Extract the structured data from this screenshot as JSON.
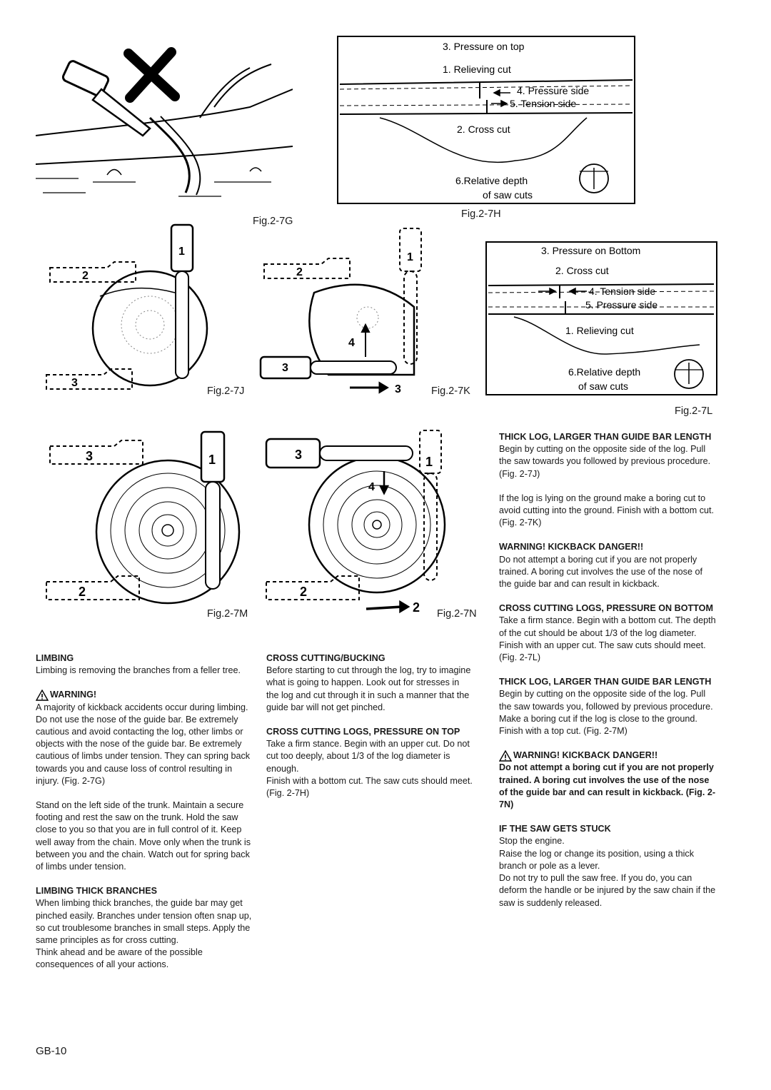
{
  "figures": {
    "g": {
      "label": "Fig.2-7G"
    },
    "h": {
      "label": "Fig.2-7H",
      "items": [
        "3. Pressure on top",
        "1. Relieving cut",
        "4. Pressure side",
        "5. Tension side",
        "2. Cross cut",
        "6.Relative depth",
        "of saw cuts"
      ]
    },
    "j": {
      "label": "Fig.2-7J"
    },
    "k": {
      "label": "Fig.2-7K"
    },
    "l": {
      "label": "Fig.2-7L",
      "items": [
        "3. Pressure on Bottom",
        "2. Cross cut",
        "4. Tension side",
        "5. Pressure side",
        "1. Relieving cut",
        "6.Relative depth",
        "of saw cuts"
      ]
    },
    "m": {
      "label": "Fig.2-7M"
    },
    "n": {
      "label": "Fig.2-7N"
    }
  },
  "col1": {
    "limbing_heading": "LIMBING",
    "limbing_text": "Limbing is removing the branches from a feller tree.",
    "warning_heading": "WARNING!",
    "warning_p1": "A majority of kickback accidents occur during limbing.",
    "warning_p2": "Do not use the nose of the guide bar. Be extremely cautious and avoid contacting the log, other limbs or objects with the nose of the guide bar. Be extremely cautious of limbs under tension. They can spring back towards you and cause loss of control resulting in injury. (Fig. 2-7G)",
    "stand_text": "Stand on the left side of the trunk. Maintain a secure footing and rest the saw on the trunk. Hold the saw close to you so that you are in full control of it. Keep well away from the chain. Move only when the trunk is between you and the chain. Watch out for spring back of limbs under tension.",
    "thick_heading": "LIMBING THICK BRANCHES",
    "thick_p1": "When limbing thick branches, the guide bar may get pinched easily. Branches under tension often snap up, so cut troublesome branches in small steps. Apply the same principles as for cross cutting.",
    "thick_p2": "Think ahead and be aware of the possible consequences of all your actions."
  },
  "col2": {
    "cc_heading": "CROSS CUTTING/BUCKING",
    "cc_text": "Before starting to cut through the log, try to imagine what is going to happen. Look out for stresses in the log and cut through it in such a manner that the guide bar will not get pinched.",
    "top_heading": "CROSS CUTTING LOGS, PRESSURE ON TOP",
    "top_p1": "Take a firm stance. Begin with an upper cut. Do not cut too deeply, about 1/3 of the log diameter is enough.",
    "top_p2": "Finish with a bottom cut. The saw cuts should meet. (Fig. 2-7H)"
  },
  "col3": {
    "thick1_heading": "THICK LOG, LARGER THAN GUIDE BAR LENGTH",
    "thick1_p1": "Begin by cutting on the opposite side of the log. Pull the saw towards you followed by previous procedure. (Fig. 2-7J)",
    "thick1_p2": "If the log is lying on the ground make a boring cut to avoid cutting into the ground. Finish with a bottom cut. (Fig. 2-7K)",
    "kick1_heading": "WARNING! KICKBACK DANGER!!",
    "kick1_text": "Do not attempt a boring cut if you are not properly trained. A boring cut involves the use of the nose of the guide bar and can result in kickback.",
    "bottom_heading": "CROSS CUTTING LOGS, PRESSURE ON BOTTOM",
    "bottom_p1": "Take a firm stance. Begin with a bottom cut. The depth of the cut should be about 1/3 of the log diameter.",
    "bottom_p2": "Finish with an upper cut. The saw cuts should meet. (Fig. 2-7L)",
    "thick2_heading": "THICK LOG, LARGER THAN GUIDE BAR LENGTH",
    "thick2_p1": "Begin by cutting on the opposite side of the log. Pull the saw towards you, followed by previous procedure.",
    "thick2_p2": "Make a boring cut if the log is close to the ground.",
    "thick2_p3": "Finish with a top cut. (Fig. 2-7M)",
    "kick2_heading": "WARNING! KICKBACK DANGER!!",
    "kick2_text": "Do not attempt a boring cut if you are not properly trained. A boring cut involves the use of the nose of the guide bar and can result in kickback. (Fig. 2-7N)",
    "stuck_heading": "IF THE SAW GETS STUCK",
    "stuck_p1": "Stop the engine.",
    "stuck_p2": "Raise the log or change its position, using a thick branch or pole as a lever.",
    "stuck_p3": "Do not try to pull the saw free. If you do, you can deform the handle or be injured by the saw chain if the saw is suddenly released."
  },
  "footer": {
    "page": "GB-10"
  }
}
